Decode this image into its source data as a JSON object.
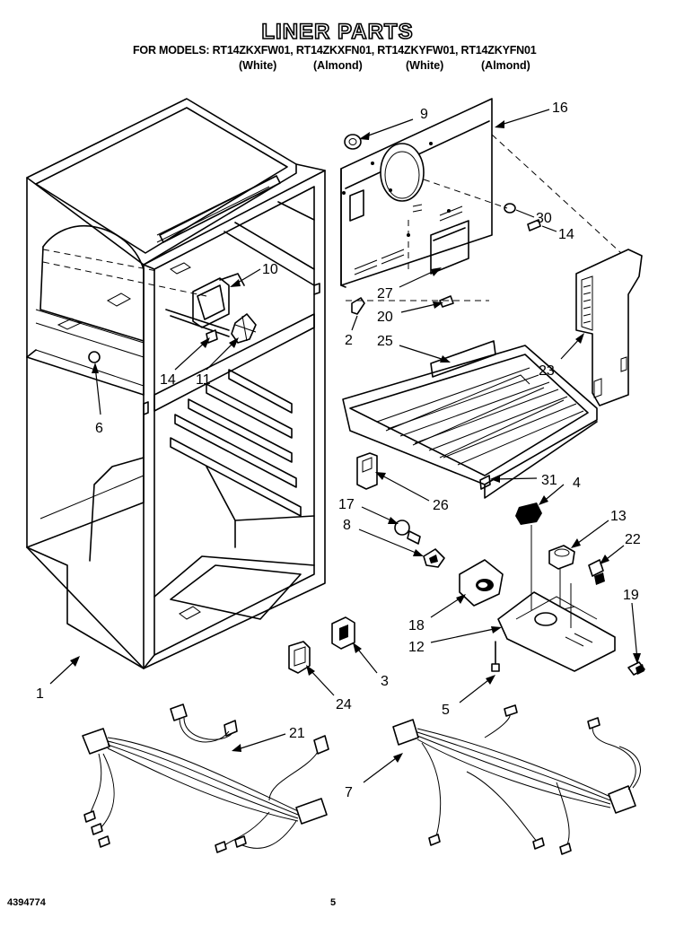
{
  "header": {
    "title": "LINER PARTS",
    "models_line": "FOR MODELS: RT14ZKXFW01, RT14ZKXFN01, RT14ZKYFW01, RT14ZKYFN01",
    "colors": [
      "(White)",
      "(Almond)",
      "(White)",
      "(Almond)"
    ]
  },
  "callouts": [
    "1",
    "2",
    "3",
    "4",
    "5",
    "6",
    "7",
    "8",
    "9",
    "10",
    "11",
    "12",
    "13",
    "14",
    "14",
    "16",
    "17",
    "18",
    "19",
    "20",
    "21",
    "22",
    "23",
    "24",
    "25",
    "26",
    "27",
    "30",
    "31"
  ],
  "footer": {
    "part_number": "4394774",
    "page_number": "5"
  }
}
